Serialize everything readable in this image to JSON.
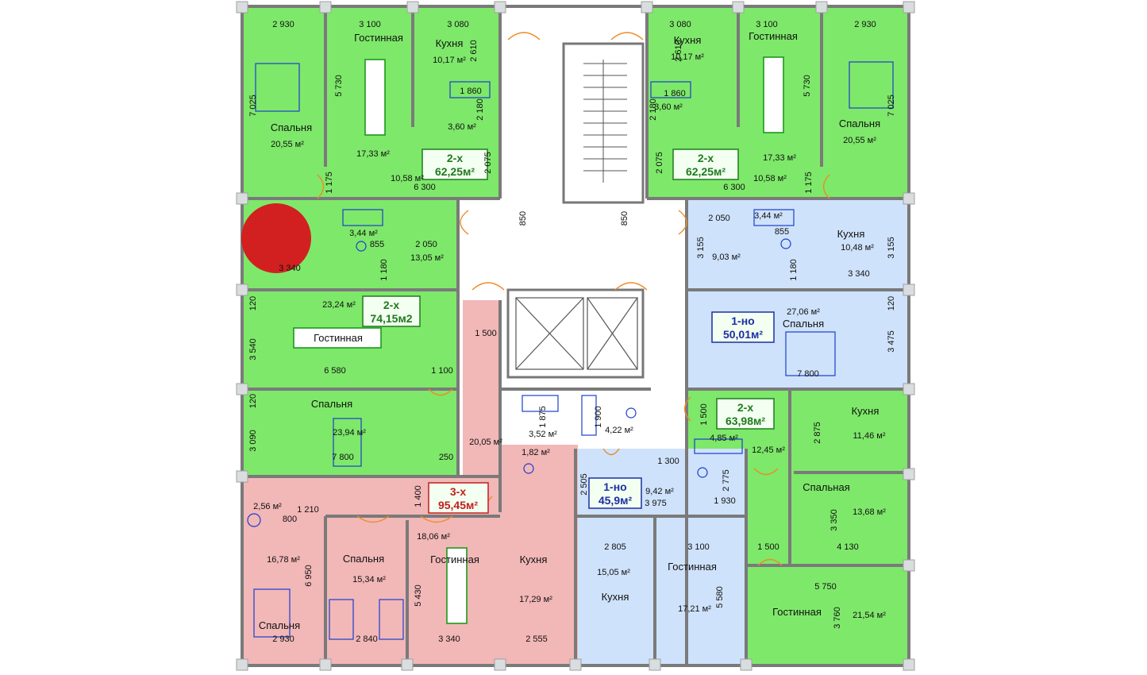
{
  "colors": {
    "green": "#7ee86a",
    "blue": "#cfe2fb",
    "red": "#f2b7b7",
    "corridor": "#ffffff",
    "wall": "#7a7a7a",
    "marker": "#d22020"
  },
  "apartments": [
    {
      "id": "a1",
      "type": "2-х",
      "area": "62,25м²",
      "color": "green"
    },
    {
      "id": "a2",
      "type": "2-х",
      "area": "62,25м²",
      "color": "green"
    },
    {
      "id": "a3",
      "type": "2-х",
      "area": "74,15м2",
      "color": "green"
    },
    {
      "id": "a4",
      "type": "1-но",
      "area": "50,01м²",
      "color": "blue"
    },
    {
      "id": "a5",
      "type": "2-х",
      "area": "63,98м²",
      "color": "green"
    },
    {
      "id": "a6",
      "type": "1-но",
      "area": "45,9м²",
      "color": "blue"
    },
    {
      "id": "a7",
      "type": "3-х",
      "area": "95,45м²",
      "color": "red"
    }
  ],
  "rooms": {
    "r1": {
      "name": "Спальня",
      "area": "20,55 м²"
    },
    "r2": {
      "name": "Гостинная",
      "area": "17,33 м²"
    },
    "r3": {
      "name": "Кухня",
      "area": "10,17 м²"
    },
    "r4": {
      "name": "",
      "area": "3,60 м²"
    },
    "r5": {
      "name": "",
      "area": "10,58 м²"
    },
    "r6": {
      "name": "Кухня",
      "area": "10,17 м²"
    },
    "r7": {
      "name": "Гостинная",
      "area": ""
    },
    "r8": {
      "name": "Спальня",
      "area": "20,55 м²"
    },
    "r9": {
      "name": "",
      "area": "3,60 м²"
    },
    "r10": {
      "name": "",
      "area": "17,33 м²"
    },
    "r11": {
      "name": "",
      "area": "10,58 м²"
    },
    "r12": {
      "name": "",
      "area": "3,44 м²"
    },
    "r13": {
      "name": "",
      "area": "13,05 м²"
    },
    "r14": {
      "name": "Гостинная",
      "area": "23,24 м²"
    },
    "r15": {
      "name": "Спальня",
      "area": "23,94 м²"
    },
    "r16": {
      "name": "",
      "area": "3,44 м²"
    },
    "r17": {
      "name": "",
      "area": "9,03 м²"
    },
    "r18": {
      "name": "Кухня",
      "area": "10,48 м²"
    },
    "r19": {
      "name": "Спальня",
      "area": "27,06 м²"
    },
    "r20": {
      "name": "",
      "area": "3,52 м²"
    },
    "r21": {
      "name": "",
      "area": "20,05 м²"
    },
    "r22": {
      "name": "",
      "area": "1,82 м²"
    },
    "r23": {
      "name": "",
      "area": "4,22 м²"
    },
    "r24": {
      "name": "",
      "area": "9,42 м²"
    },
    "r25": {
      "name": "",
      "area": "4,85 м²"
    },
    "r26": {
      "name": "",
      "area": "12,45 м²"
    },
    "r27": {
      "name": "Кухня",
      "area": "11,46 м²"
    },
    "r28": {
      "name": "Спальная",
      "area": "13,68 м²"
    },
    "r29": {
      "name": "",
      "area": "2,56 м²"
    },
    "r30": {
      "name": "Спальня",
      "area": "16,78 м²"
    },
    "r31": {
      "name": "Спальня",
      "area": "15,34 м²"
    },
    "r32": {
      "name": "Гостинная",
      "area": "18,06 м²"
    },
    "r33": {
      "name": "Кухня",
      "area": "17,29 м²"
    },
    "r34": {
      "name": "Кухня",
      "area": "15,05 м²"
    },
    "r35": {
      "name": "Гостинная",
      "area": "17,21 м²"
    },
    "r36": {
      "name": "Гостинная",
      "area": "21,54 м²"
    }
  },
  "dimensions": [
    "2 930",
    "3 100",
    "3 080",
    "3 080",
    "3 100",
    "2 930",
    "2 610",
    "2 610",
    "5 730",
    "5 730",
    "7 025",
    "7 025",
    "1 860",
    "1 860",
    "2 180",
    "2 180",
    "1 175",
    "1 175",
    "6 300",
    "6 300",
    "2 075",
    "2 075",
    "850",
    "850",
    "2 050",
    "2 050",
    "1 180",
    "1 180",
    "855",
    "855",
    "3 155",
    "3 155",
    "3 340",
    "3 340",
    "1 500",
    "1 100",
    "6 580",
    "3 540",
    "3 475",
    "120",
    "120",
    "7 800",
    "7 800",
    "250",
    "3 090",
    "1 875",
    "1 900",
    "1 500",
    "2 875",
    "1 300",
    "2 505",
    "3 975",
    "2 775",
    "1 930",
    "1 400",
    "1 210",
    "800",
    "6 950",
    "5 430",
    "2 805",
    "3 100",
    "5 580",
    "1 500",
    "4 130",
    "3 350",
    "5 750",
    "3 760",
    "2 930",
    "2 840",
    "3 340",
    "2 555",
    "120"
  ]
}
